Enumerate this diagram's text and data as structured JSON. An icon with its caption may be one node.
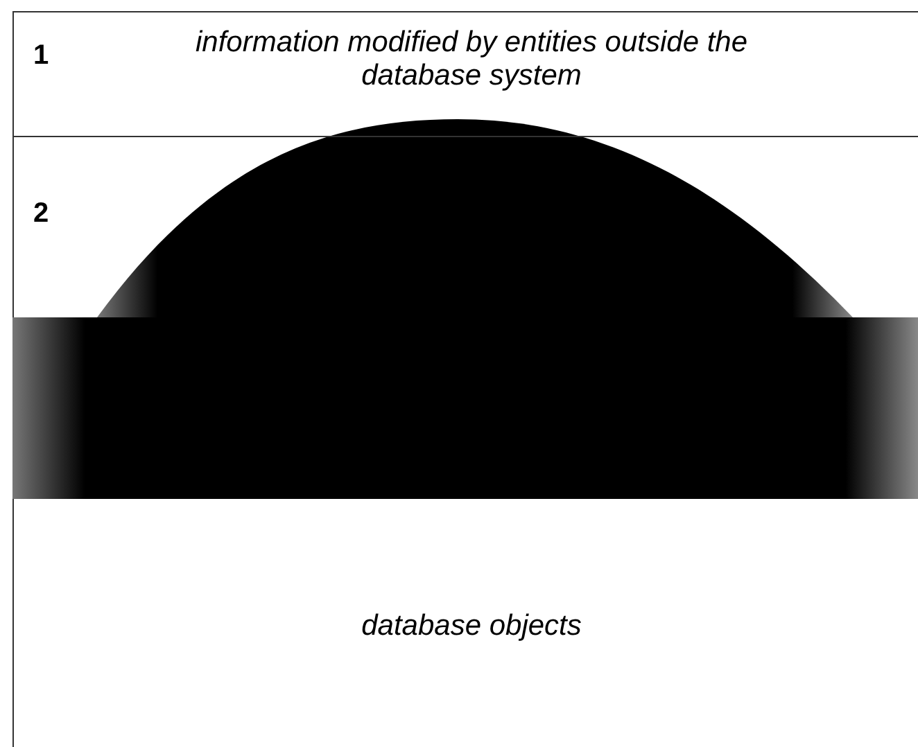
{
  "diagram": {
    "nodes": [
      {
        "text": [
          "1",
          "information modified by entities outside the database system"
        ]
      },
      {
        "text": [
          "2"
        ]
      },
      {
        "text": [
          "database objects"
        ]
      }
    ]
  }
}
